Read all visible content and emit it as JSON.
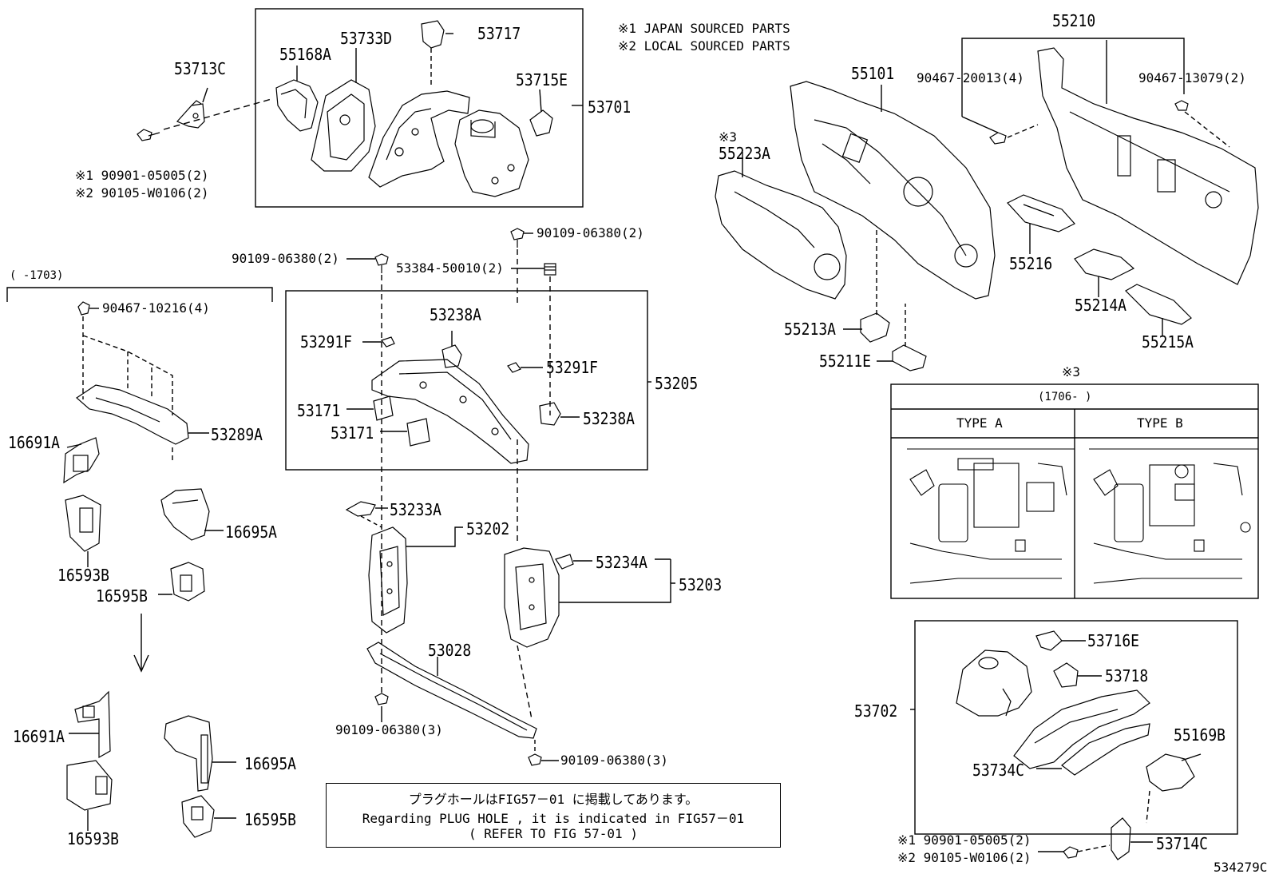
{
  "notes": {
    "japan": "※1  JAPAN SOURCED PARTS",
    "local": "※2  LOCAL SOURCED PARTS"
  },
  "top_left": {
    "p1": "53713C",
    "p2": "※1 90901-05005(2)",
    "p3": "※2 90105-W0106(2)"
  },
  "box_53701": {
    "p1": "55168A",
    "p2": "53733D",
    "p3": "53717",
    "p4": "53715E",
    "p5": "53701"
  },
  "dash": {
    "p1": "55101",
    "p2": "※3",
    "p3": "55223A",
    "p4": "55213A",
    "p5": "55211E"
  },
  "insulator": {
    "p1": "55210",
    "p2": "90467-20013(4)",
    "p3": "90467-13079(2)",
    "p4": "55216",
    "p5": "55214A",
    "p6": "55215A"
  },
  "type_box": {
    "mark": "※3",
    "range": "(1706-    )",
    "type_a": "TYPE A",
    "type_b": "TYPE B"
  },
  "left_group": {
    "range": "(      -1703)",
    "p1": "90467-10216(4)",
    "p2": "53289A",
    "p3": "16691A",
    "p4": "16695A",
    "p5": "16593B",
    "p6": "16595B",
    "p7": "16691A",
    "p8": "16695A",
    "p9": "16593B",
    "p10": "16595B"
  },
  "center": {
    "bolt1": "90109-06380(2)",
    "bolt2": "90109-06380(2)",
    "nut": "53384-50010(2)",
    "p1": "53238A",
    "p2": "53291F",
    "p3": "53291F",
    "p4": "53171",
    "p5": "53171",
    "p6": "53238A",
    "p7": "53205",
    "p8": "53233A",
    "p9": "53202",
    "p10": "53234A",
    "p11": "53203",
    "p12": "53028",
    "bolt3": "90109-06380(3)",
    "bolt4": "90109-06380(3)"
  },
  "box_53702": {
    "p1": "53716E",
    "p2": "53718",
    "p3": "53702",
    "p4": "55169B",
    "p5": "53734C",
    "p6": "※1 90901-05005(2)",
    "p7": "※2 90105-W0106(2)",
    "p8": "53714C"
  },
  "plug": {
    "line1": "プラグホールはFIG57－01 に掲載してあります。",
    "line2": "Regarding  PLUG HOLE , it is indicated in FIG57－01",
    "line3": "(     REFER TO FIG 57-01     )"
  },
  "code": "534279C"
}
